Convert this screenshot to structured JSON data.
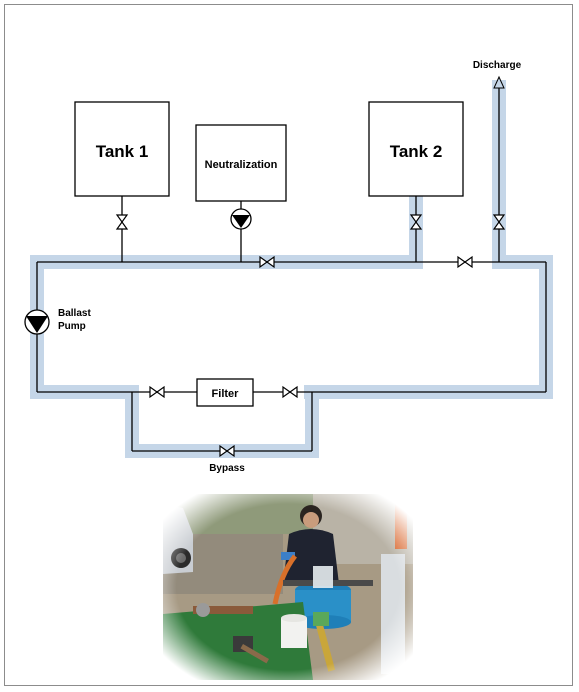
{
  "diagram": {
    "labels": {
      "tank1": "Tank 1",
      "tank2": "Tank 2",
      "neutralization": "Neutralization",
      "discharge": "Discharge",
      "ballast_pump_line1": "Ballast",
      "ballast_pump_line2": "Pump",
      "filter": "Filter",
      "bypass": "Bypass"
    },
    "colors": {
      "flow_highlight": "#c5d6e8",
      "pipe": "#000000",
      "outer_border": "#8c8c8c"
    }
  },
  "photo": {
    "subject": "photo of person operating pipe test rig outdoors"
  }
}
